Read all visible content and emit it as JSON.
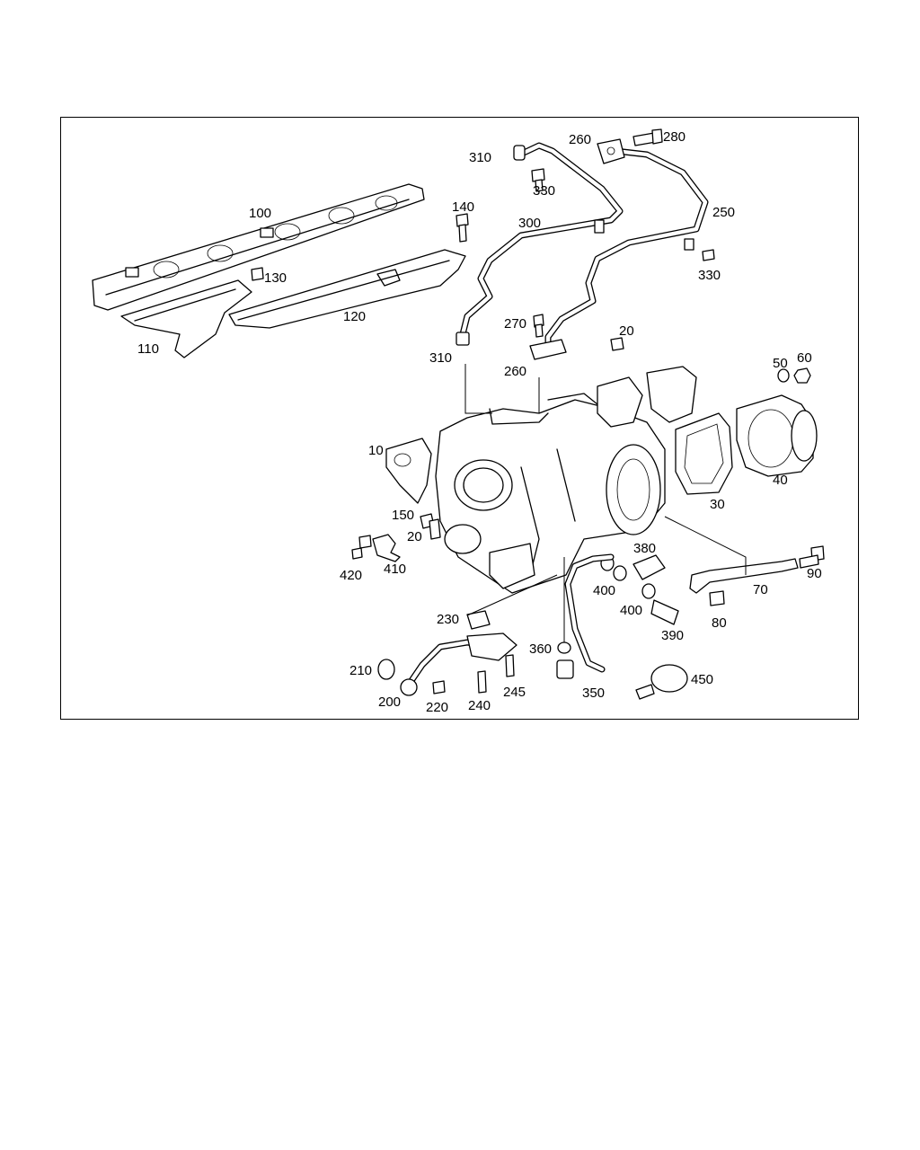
{
  "diagram": {
    "callouts": [
      {
        "id": "c310a",
        "text": "310"
      },
      {
        "id": "c260a",
        "text": "260"
      },
      {
        "id": "c280",
        "text": "280"
      },
      {
        "id": "c330a",
        "text": "330"
      },
      {
        "id": "c140",
        "text": "140"
      },
      {
        "id": "c100",
        "text": "100"
      },
      {
        "id": "c300",
        "text": "300"
      },
      {
        "id": "c250",
        "text": "250"
      },
      {
        "id": "c330b",
        "text": "330"
      },
      {
        "id": "c130",
        "text": "130"
      },
      {
        "id": "c120",
        "text": "120"
      },
      {
        "id": "c110",
        "text": "110"
      },
      {
        "id": "c270",
        "text": "270"
      },
      {
        "id": "c20a",
        "text": "20"
      },
      {
        "id": "c310b",
        "text": "310"
      },
      {
        "id": "c260b",
        "text": "260"
      },
      {
        "id": "c50",
        "text": "50"
      },
      {
        "id": "c60",
        "text": "60"
      },
      {
        "id": "c10",
        "text": "10"
      },
      {
        "id": "c40",
        "text": "40"
      },
      {
        "id": "c30",
        "text": "30"
      },
      {
        "id": "c150",
        "text": "150"
      },
      {
        "id": "c20b",
        "text": "20"
      },
      {
        "id": "c380",
        "text": "380"
      },
      {
        "id": "c90",
        "text": "90"
      },
      {
        "id": "c420",
        "text": "420"
      },
      {
        "id": "c410",
        "text": "410"
      },
      {
        "id": "c400a",
        "text": "400"
      },
      {
        "id": "c70",
        "text": "70"
      },
      {
        "id": "c400b",
        "text": "400"
      },
      {
        "id": "c80",
        "text": "80"
      },
      {
        "id": "c230",
        "text": "230"
      },
      {
        "id": "c390",
        "text": "390"
      },
      {
        "id": "c360",
        "text": "360"
      },
      {
        "id": "c210",
        "text": "210"
      },
      {
        "id": "c245",
        "text": "245"
      },
      {
        "id": "c350",
        "text": "350"
      },
      {
        "id": "c450",
        "text": "450"
      },
      {
        "id": "c200",
        "text": "200"
      },
      {
        "id": "c220",
        "text": "220"
      },
      {
        "id": "c240",
        "text": "240"
      }
    ]
  }
}
